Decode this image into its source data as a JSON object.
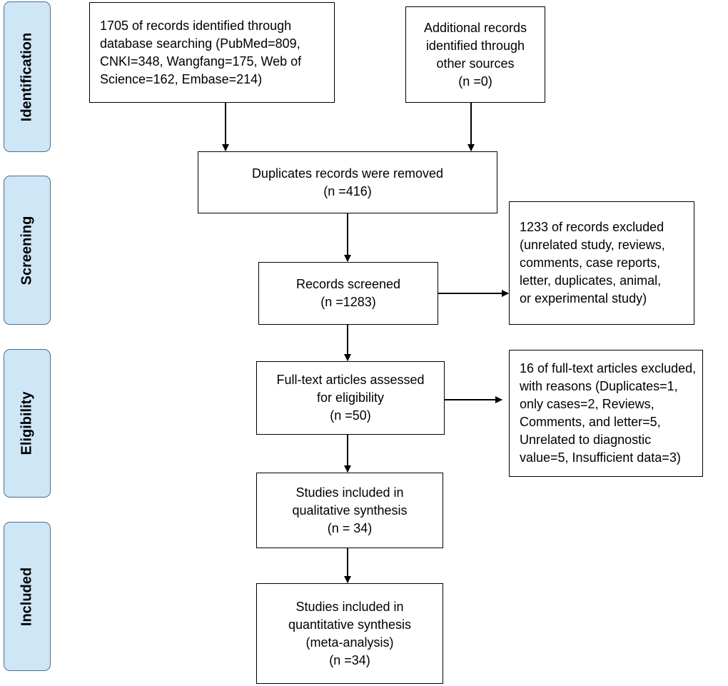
{
  "phases": {
    "identification": "Identification",
    "screening": "Screening",
    "eligibility": "Eligibility",
    "included": "Included"
  },
  "boxes": {
    "database_search": [
      "1705 of records identified through",
      "database searching (PubMed=809,",
      "CNKI=348, Wangfang=175, Web of",
      "Science=162, Embase=214)"
    ],
    "other_sources": [
      "Additional records",
      "identified through",
      "other sources",
      "(n =0)"
    ],
    "duplicates_removed": [
      "Duplicates records were removed",
      "(n =416)"
    ],
    "records_screened": [
      "Records screened",
      "(n =1283)"
    ],
    "records_excluded": [
      "1233 of records excluded",
      "(unrelated study, reviews,",
      "comments, case reports,",
      "letter, duplicates, animal,",
      "or experimental study)"
    ],
    "fulltext_assessed": [
      "Full-text articles assessed",
      "for eligibility",
      "(n =50)"
    ],
    "fulltext_excluded": [
      "16 of full-text articles excluded,",
      "with reasons (Duplicates=1,",
      "only cases=2, Reviews,",
      "Comments, and letter=5,",
      "Unrelated to diagnostic",
      "value=5, Insufficient data=3)"
    ],
    "qualitative": [
      "Studies included in",
      "qualitative synthesis",
      "(n = 34)"
    ],
    "quantitative": [
      "Studies included in",
      "quantitative synthesis",
      "(meta-analysis)",
      "(n =34)"
    ]
  }
}
